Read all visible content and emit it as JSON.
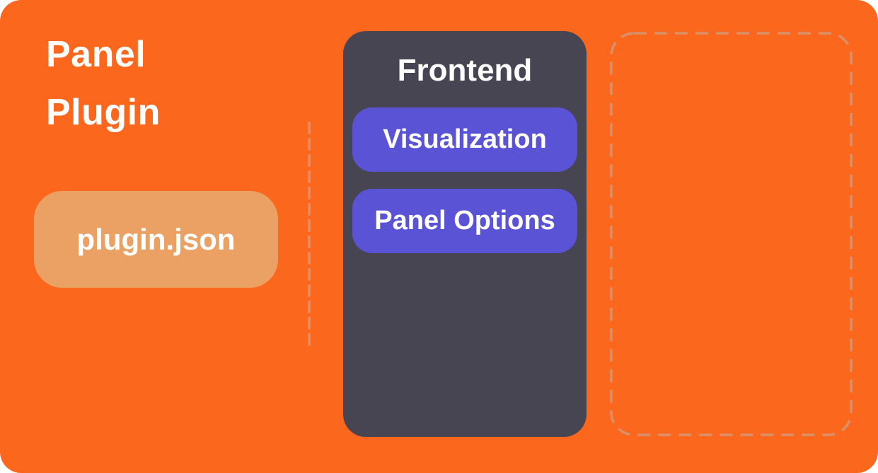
{
  "diagram": {
    "title": "Panel Plugin",
    "title_lines": "Panel\nPlugin",
    "plugin_json": {
      "label": "plugin.json"
    },
    "frontend": {
      "heading": "Frontend",
      "buttons": [
        {
          "label": "Visualization"
        },
        {
          "label": "Panel Options"
        }
      ]
    },
    "placeholder_box": {
      "label": ""
    }
  },
  "colors": {
    "background": "#FC671E",
    "plugin_json_box": "#EBA164",
    "frontend_box": "#474552",
    "button_purple": "#5A53D6",
    "divider_dash": "#EE8A5F",
    "placeholder_dash": "#D9916B",
    "text": "#FFFFFF"
  }
}
